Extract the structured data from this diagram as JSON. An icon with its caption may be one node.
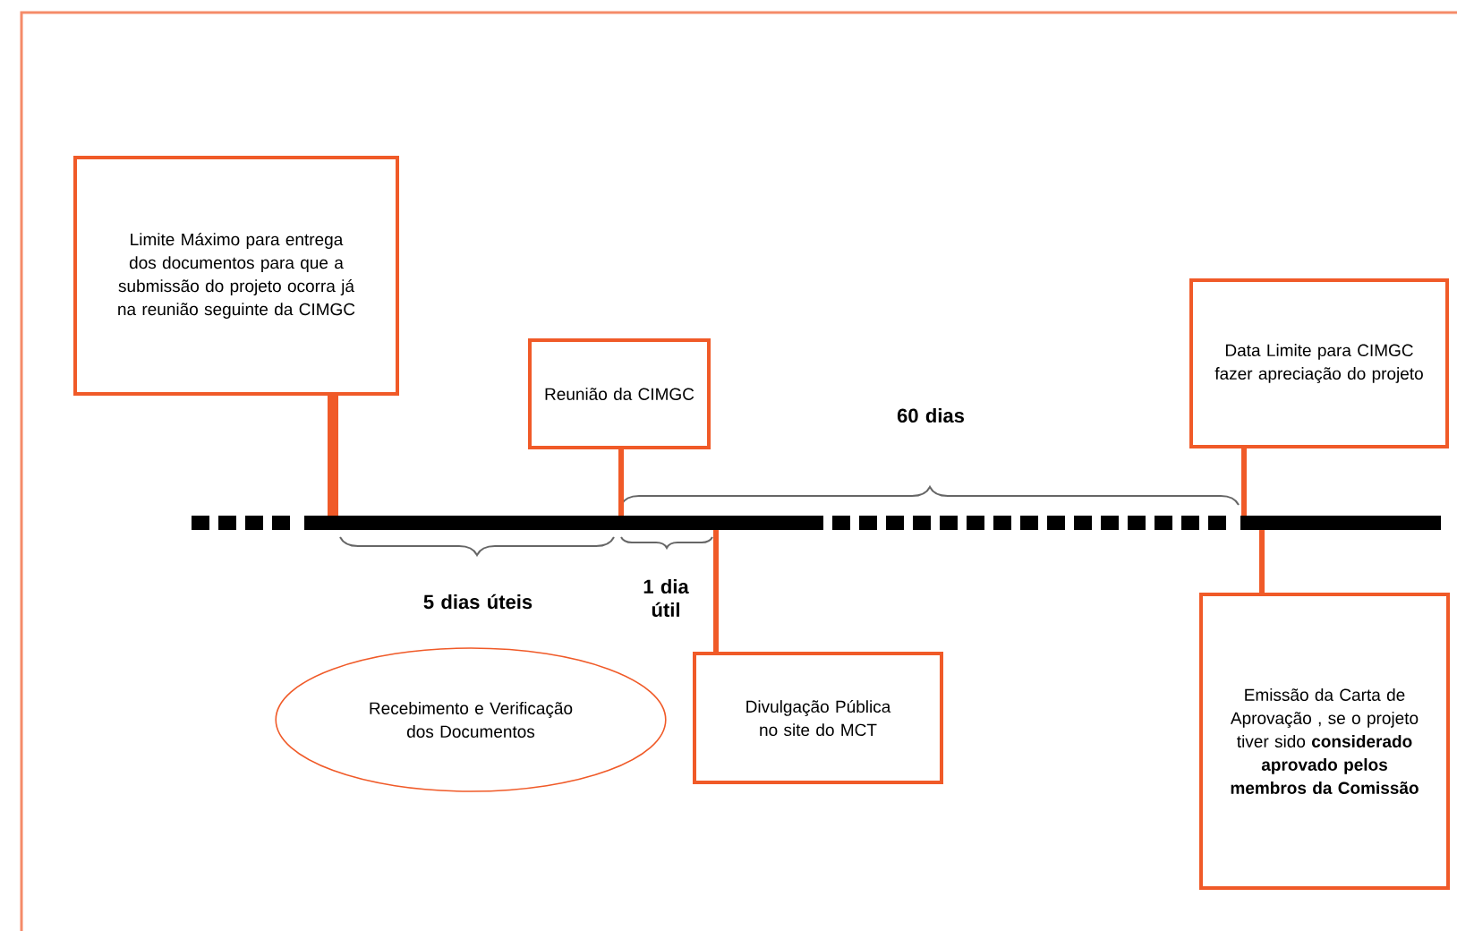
{
  "diagram": {
    "nodes": [
      {
        "text": [
          "Limite Máximo para entrega dos documentos para que a submissão do projeto ocorra já na reunião seguinte da CIMGC"
        ]
      },
      {
        "text": [
          "Reunião da CIMGC"
        ]
      },
      {
        "text": [
          "Data Limite para CIMGC fazer apreciação do projeto"
        ]
      },
      {
        "text": [
          "Recebimento e Verificação dos Documentos"
        ]
      },
      {
        "text": [
          "Divulgação Pública no site do MCT"
        ]
      },
      {
        "text": [
          "Emissão da Carta de Aprovação , se o projeto tiver sido **considerado aprovado pelos membros da Comissão**"
        ]
      }
    ],
    "edges": [
      {
        "from": 0,
        "to": null,
        "arrow": "none",
        "style": "thick"
      },
      {
        "from": 1,
        "to": null,
        "arrow": "none"
      },
      {
        "from": 2,
        "to": null,
        "arrow": "none"
      },
      {
        "from": 4,
        "to": null,
        "arrow": "none"
      },
      {
        "from": 5,
        "to": null,
        "arrow": "none"
      }
    ],
    "labels": [
      "60 dias",
      "5 dias úteis",
      "1 dia útil"
    ]
  }
}
